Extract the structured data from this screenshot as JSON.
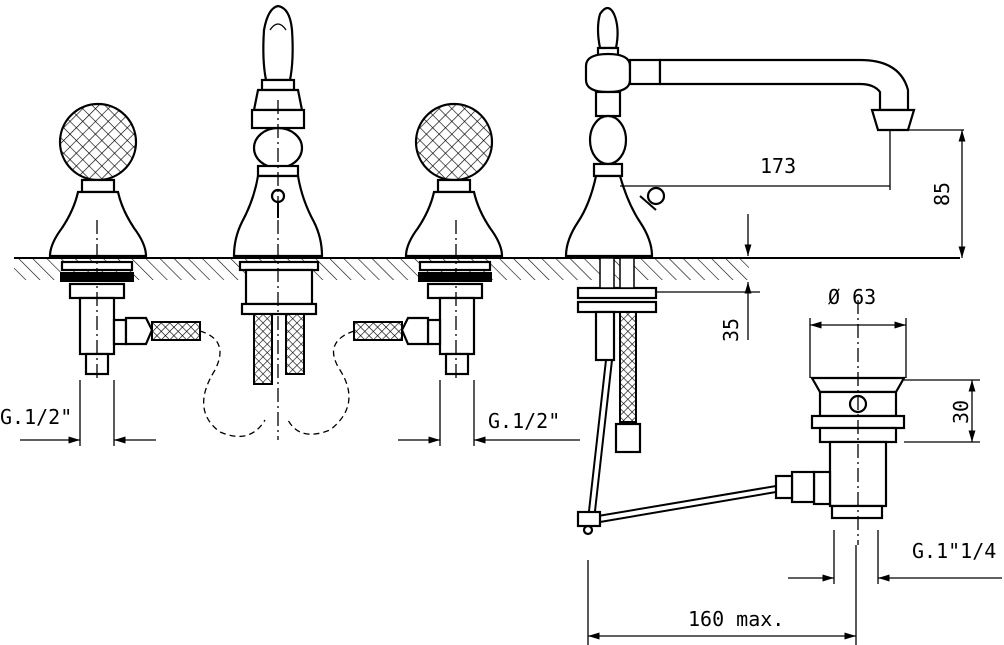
{
  "dimensions": {
    "spout_reach": "173",
    "spout_height": "85",
    "deck_thickness": "35",
    "waste_diameter": "Ø 63",
    "waste_height": "30",
    "thread_left": "G.1/2\"",
    "thread_right": "G.1/2\"",
    "waste_thread": "G.1\"1/4",
    "rod_length": "160 max."
  },
  "colors": {
    "line": "#000000",
    "background": "#ffffff"
  }
}
